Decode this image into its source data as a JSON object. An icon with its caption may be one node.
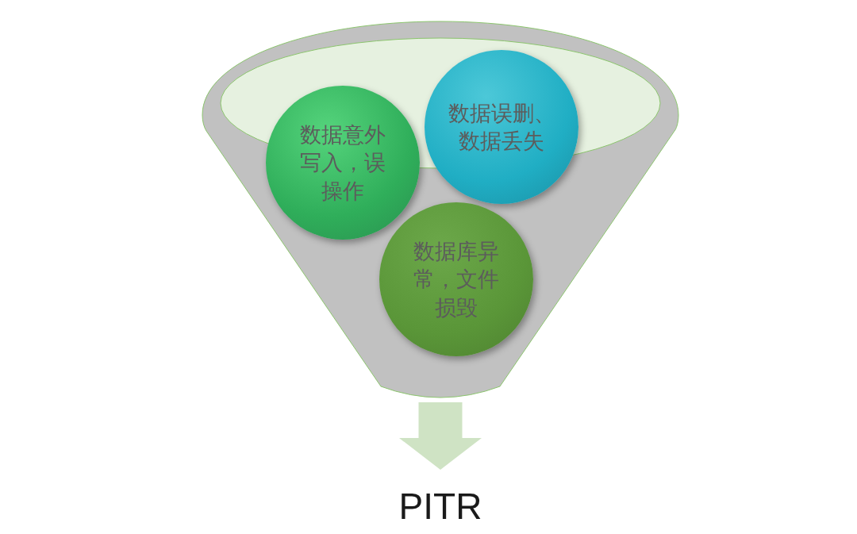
{
  "diagram": {
    "nodes": [
      {
        "text": [],
        "shape": "funnel"
      },
      {
        "text": [
          "数据意外写入，误操作"
        ],
        "in": 0
      },
      {
        "text": [
          "数据误删、数据丢失"
        ],
        "in": 0
      },
      {
        "text": [
          "数据库异常，文件损毁"
        ],
        "in": 0
      },
      {
        "text": [
          "PITR"
        ]
      }
    ],
    "edges": [
      {
        "from": 0,
        "to": 4,
        "arrow": "to",
        "color": "#cfe3c4"
      }
    ]
  }
}
